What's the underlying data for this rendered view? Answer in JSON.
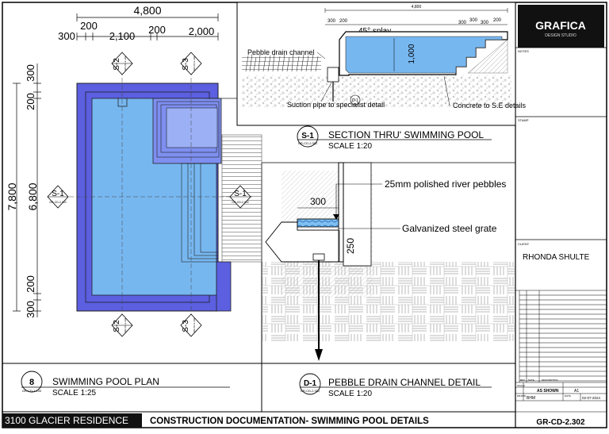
{
  "project": {
    "name": "3100 GLACIER RESIDENCE",
    "sheet_title": "CONSTRUCTION DOCUMENTATION- SWIMMING POOL DETAILS"
  },
  "title_block": {
    "logo_name": "GRAFICA",
    "logo_sub": "DESIGN STUDIO",
    "label_notes": "NOTES",
    "label_stamp": "STAMP",
    "label_client": "CLIENT",
    "client_name": "RHONDA SHULTE",
    "rev_headers": [
      "REV",
      "DATE",
      "DESCRIPTION"
    ],
    "scale_label": "SCALE",
    "scale_value": "AS SHOWN",
    "size_value": "A1",
    "drawn_label": "DRAWN",
    "drawn_value": "BHM",
    "date_label": "DATE",
    "date_value": "02-07-2024",
    "sheet_number": "GR-CD-2.302"
  },
  "plan": {
    "dims_top": {
      "overall": "4,800",
      "a": "200",
      "b": "200",
      "c": "300",
      "d": "2,100",
      "e": "2,000"
    },
    "dims_left": {
      "overall": "7,800",
      "inner": "6,800",
      "a": "300",
      "b": "200",
      "c": "200",
      "d": "300"
    },
    "markers": [
      {
        "code": "S-2",
        "ref": "GR-CD-2.302"
      },
      {
        "code": "S-3",
        "ref": "GR-CD-2.302"
      },
      {
        "code": "S-1",
        "ref": "GR-CD-2.302"
      },
      {
        "code": "S-1",
        "ref": "GR-CD-2.302"
      },
      {
        "code": "S-2",
        "ref": "GR-CD-2.302"
      },
      {
        "code": "S-3",
        "ref": "GR-CD-2.302"
      }
    ],
    "title_num": "8",
    "title_ref": "GR-CD-1.100",
    "title": "SWIMMING POOL PLAN",
    "scale": "SCALE 1:25"
  },
  "section": {
    "dim_overall": "4,800",
    "dims_left": [
      "300",
      "200"
    ],
    "dims_right": [
      "300",
      "300",
      "300",
      "200"
    ],
    "splay_label": "45° splay",
    "depth": "1,000",
    "step_dims": [
      "300",
      "300",
      "300"
    ],
    "labels": {
      "pebble": "Pebble drain channel",
      "suction": "Suction pipe to specialist detail",
      "concrete": "Concrete to S.E details"
    },
    "detail_ref": "D-1",
    "title_num": "S-1",
    "title_ref": "GR-CD-2.302",
    "title": "SECTION THRU' SWIMMING POOL",
    "scale": "SCALE 1:20"
  },
  "detail": {
    "label_pebbles": "25mm polished river pebbles",
    "label_grate": "Galvanized steel grate",
    "dim_width": "300",
    "dim_depth": "250",
    "title_num": "D-1",
    "title_ref": "GR-CD-2.302",
    "title": "PEBBLE DRAIN CHANNEL DETAIL",
    "scale": "SCALE 1:20"
  },
  "colors": {
    "pool_outer": "#5b5fe0",
    "pool_water": "#77b7f0",
    "spa": "#8aa7f2",
    "section_water": "#77b7f0",
    "logo_bg": "#111111"
  }
}
